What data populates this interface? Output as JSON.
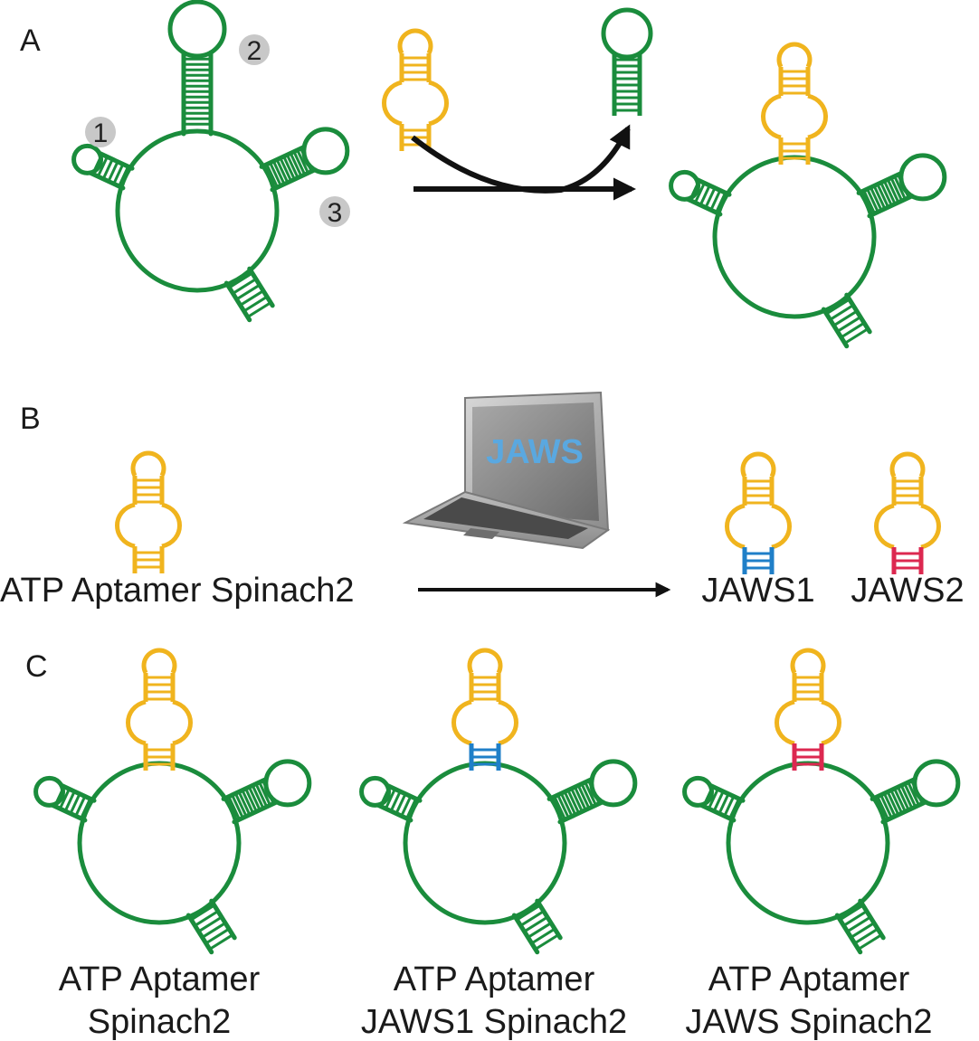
{
  "colors": {
    "green": "#1a8c3c",
    "yellow": "#f0b41e",
    "blue": "#1f7fc8",
    "red": "#dc2850",
    "arrow": "#111111",
    "badge": "#c8c8c8",
    "screen_text": "#5aa8e0"
  },
  "panels": {
    "a": {
      "letter": "A",
      "badges": [
        "1",
        "2",
        "3"
      ]
    },
    "b": {
      "letter": "B",
      "input_label": "ATP Aptamer Spinach2",
      "laptop_screen_text": "JAWS",
      "outputs": [
        {
          "label": "JAWS1",
          "stem_color": "blue"
        },
        {
          "label": "JAWS2",
          "stem_color": "red"
        }
      ]
    },
    "c": {
      "letter": "C",
      "constructs": [
        {
          "line1": "ATP Aptamer",
          "line2": "Spinach2",
          "stem_color": "yellow"
        },
        {
          "line1": "ATP Aptamer",
          "line2": "JAWS1 Spinach2",
          "stem_color": "blue"
        },
        {
          "line1": "ATP Aptamer",
          "line2": "JAWS Spinach2",
          "stem_color": "red"
        }
      ]
    }
  }
}
